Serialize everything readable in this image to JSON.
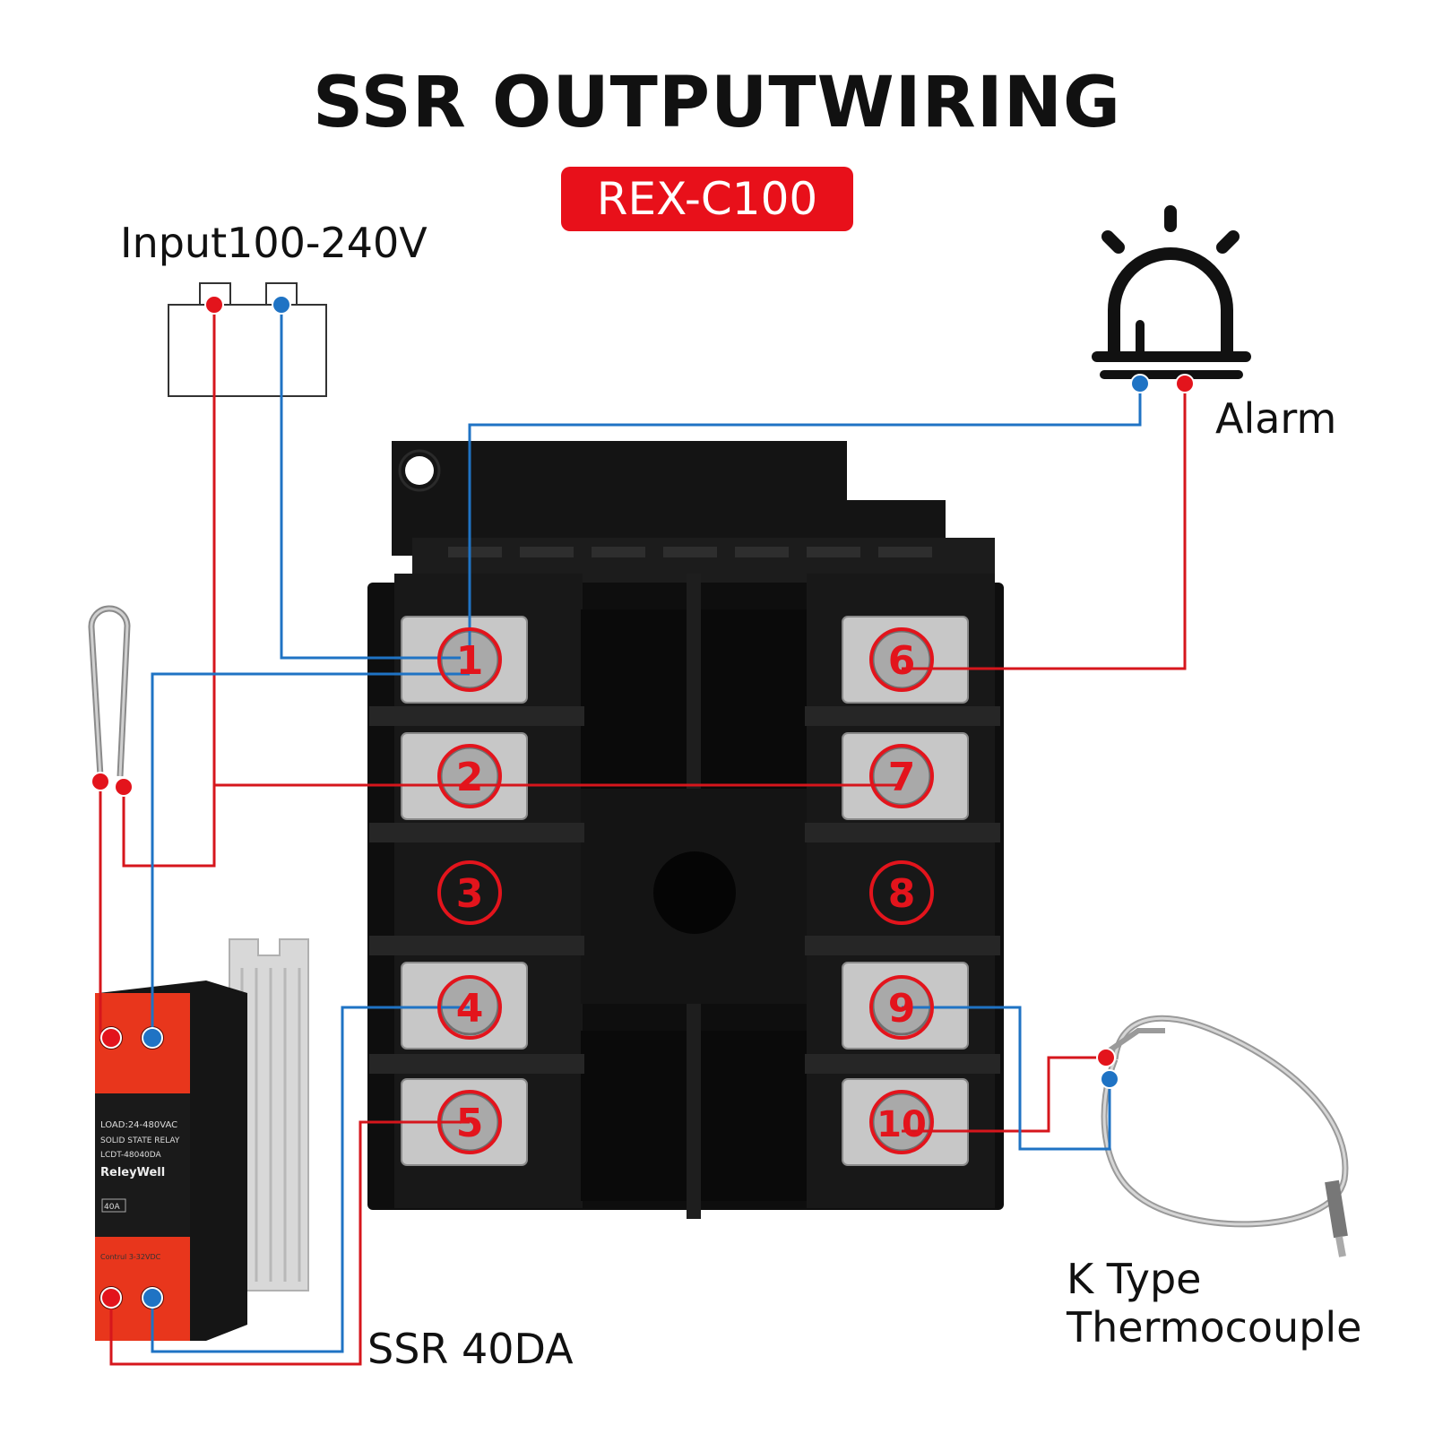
{
  "title": "SSR OUTPUTWIRING",
  "model": "REX-C100",
  "labels": {
    "input": "Input100-240V",
    "alarm": "Alarm",
    "ssr": "SSR 40DA",
    "thermocouple_line1": "K Type",
    "thermocouple_line2": "Thermocouple"
  },
  "terminals": [
    "1",
    "2",
    "3",
    "4",
    "5",
    "6",
    "7",
    "8",
    "9",
    "10"
  ],
  "ssr_face": {
    "load": "LOAD:24-480VAC",
    "type": "SOLID STATE RELAY",
    "part": "LCDT-48040DA",
    "brand": "ReleyWell",
    "rating": "40A",
    "control": "Contrul 3-32VDC"
  },
  "colors": {
    "positive_wire": "#d6161c",
    "negative_wire": "#1f73c4",
    "badge": "#e8101a",
    "ssr_body": "#e8361c"
  }
}
